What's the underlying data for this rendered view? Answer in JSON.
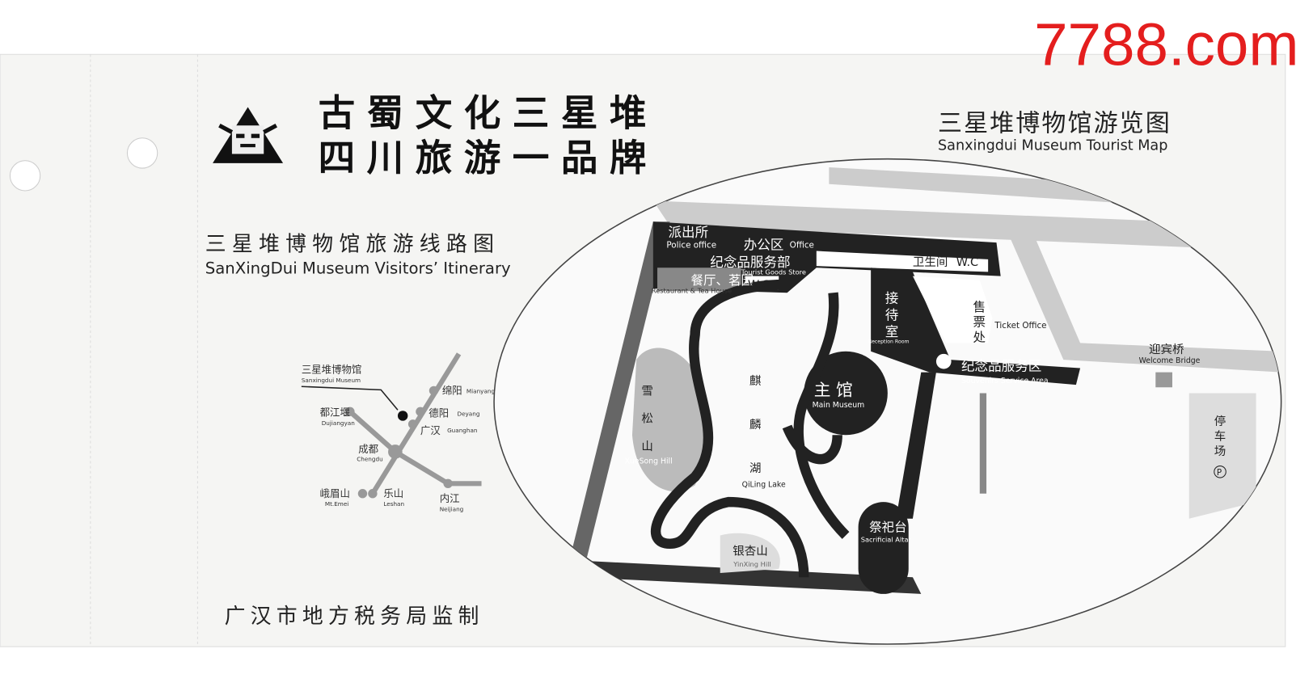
{
  "watermark": "7788.com",
  "ticket": {
    "slogan_line1": "古蜀文化三星堆",
    "slogan_line2": "四川旅游一品牌",
    "route_title_cn": "三星堆博物馆旅游线路图",
    "route_title_en": "SanXingDui Museum Visitors’ Itinerary",
    "issuer": "广汉市地方税务局监制",
    "map_title_cn": "三星堆博物馆游览图",
    "map_title_en": "Sanxingdui Museum Tourist Map"
  },
  "route_map": {
    "museum_cn": "三星堆博物馆",
    "museum_en": "Sanxingdui Museum",
    "cities": [
      {
        "cn": "绵阳",
        "en": "Mianyang"
      },
      {
        "cn": "德阳",
        "en": "Deyang"
      },
      {
        "cn": "广汉",
        "en": "Guanghan"
      },
      {
        "cn": "都江堰",
        "en": "Dujiangyan"
      },
      {
        "cn": "成都",
        "en": "Chengdu"
      },
      {
        "cn": "峨眉山",
        "en": "Mt.Emei"
      },
      {
        "cn": "乐山",
        "en": "Leshan"
      },
      {
        "cn": "内江",
        "en": "Neijiang"
      }
    ]
  },
  "tourist_map": {
    "police_cn": "派出所",
    "police_en": "Police office",
    "office_cn": "办公区",
    "office_en": "Office",
    "goods_cn": "纪念品服务部",
    "goods_en": "Tourist Goods Store",
    "restaurant_cn": "餐厅、茗园",
    "restaurant_en": "Restaurant & Tea House",
    "wc1": "W.C",
    "wc2_cn": "卫生间",
    "wc2_en": "W.C",
    "reception_cn": [
      "接",
      "待",
      "室"
    ],
    "reception_en": "Reception Room",
    "ticket_cn": [
      "售",
      "票",
      "处"
    ],
    "ticket_en": "Ticket Office",
    "souvenir_cn": "纪念品服务区",
    "souvenir_en": "Souvenirs Service Area",
    "bridge_cn": "迎宾桥",
    "bridge_en": "Welcome Bridge",
    "main_cn": "主 馆",
    "main_en": "Main Museum",
    "lake_cn": [
      "麒",
      "麟",
      "湖"
    ],
    "lake_en": "QiLing Lake",
    "xuesong_cn": [
      "雪",
      "松",
      "山"
    ],
    "xuesong_en": "XueSong Hill",
    "yinxing_cn": "银杏山",
    "yinxing_en": "YinXing Hill",
    "altar_cn": "祭祀台",
    "altar_en": "Sacrificial Altar",
    "parking_cn": [
      "停",
      "车",
      "场"
    ],
    "parking_symbol": "P"
  }
}
